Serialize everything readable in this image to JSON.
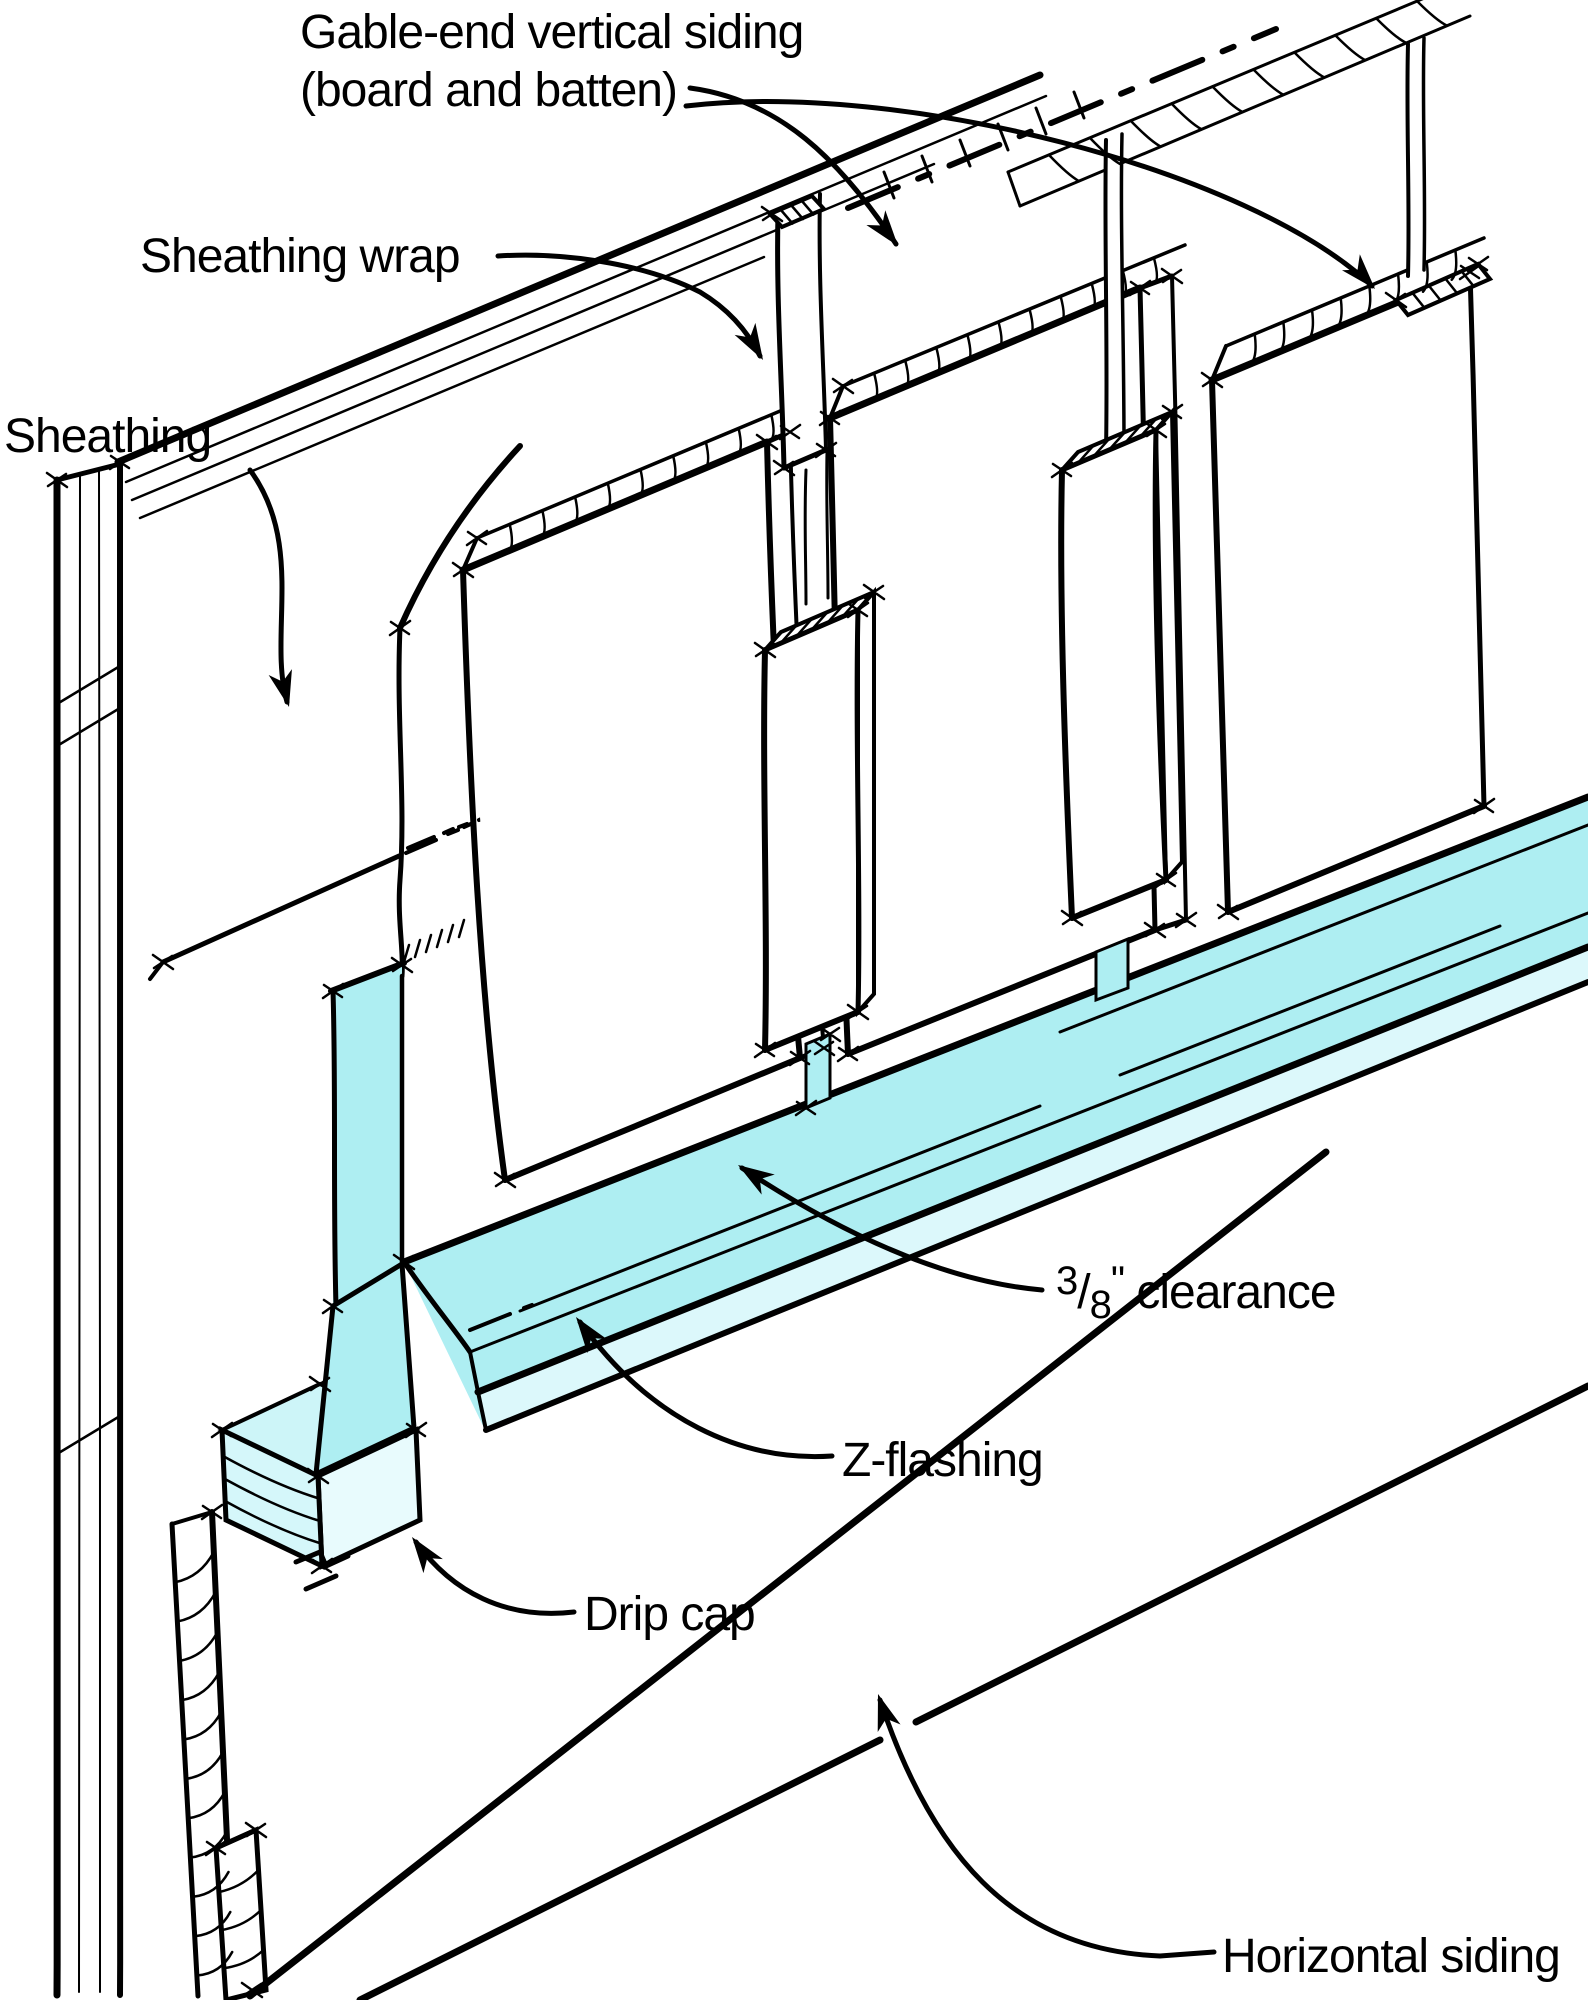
{
  "figure": {
    "type": "construction-detail-diagram",
    "background": "#ffffff",
    "line_color": "#000000",
    "flashing_color": "#aeeef2",
    "flashing_highlight": "#dcf8fb",
    "labels": {
      "gable_siding_line1": "Gable-end vertical siding",
      "gable_siding_line2": "(board and batten)",
      "sheathing_wrap": "Sheathing wrap",
      "sheathing": "Sheathing",
      "clearance_num": "3",
      "clearance_slash": "/",
      "clearance_den": "8",
      "clearance_unit": "\"",
      "clearance_word": " clearance",
      "clearance_full": "3/8\" clearance",
      "z_flashing": "Z-flashing",
      "drip_cap": "Drip cap",
      "horizontal_siding": "Horizontal siding"
    }
  }
}
